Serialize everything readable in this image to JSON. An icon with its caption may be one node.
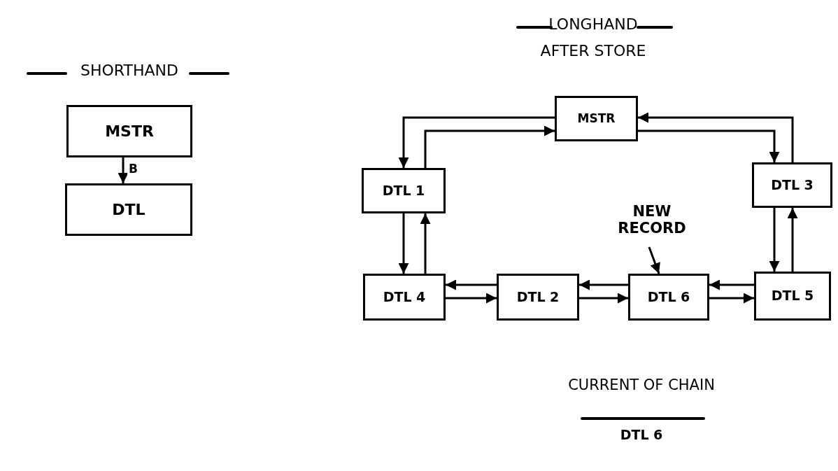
{
  "diagram": {
    "nodes": [
      {
        "text": [
          "MSTR"
        ]
      },
      {
        "text": [
          "DTL"
        ]
      },
      {
        "text": [
          "MSTR"
        ]
      },
      {
        "text": [
          "DTL 1"
        ]
      },
      {
        "text": [
          "DTL 3"
        ]
      },
      {
        "text": [
          "NEW RECORD"
        ]
      },
      {
        "text": [
          "DTL 4"
        ]
      },
      {
        "text": [
          "DTL 2"
        ]
      },
      {
        "text": [
          "DTL 6"
        ]
      },
      {
        "text": [
          "DTL 5"
        ]
      }
    ],
    "edges": [
      {
        "from": 0,
        "to": 1,
        "arrow": "to",
        "label": "B"
      },
      {
        "from": 2,
        "to": 3,
        "arrow": "to"
      },
      {
        "from": 3,
        "to": 2,
        "arrow": "to"
      },
      {
        "from": 4,
        "to": 2,
        "arrow": "to"
      },
      {
        "from": 2,
        "to": 4,
        "arrow": "to"
      },
      {
        "from": 3,
        "to": 6,
        "arrow": "to"
      },
      {
        "from": 6,
        "to": 3,
        "arrow": "to"
      },
      {
        "from": 4,
        "to": 9,
        "arrow": "to"
      },
      {
        "from": 9,
        "to": 4,
        "arrow": "to"
      },
      {
        "from": 7,
        "to": 6,
        "arrow": "to"
      },
      {
        "from": 6,
        "to": 7,
        "arrow": "to"
      },
      {
        "from": 8,
        "to": 7,
        "arrow": "to"
      },
      {
        "from": 7,
        "to": 8,
        "arrow": "to"
      },
      {
        "from": 9,
        "to": 8,
        "arrow": "to"
      },
      {
        "from": 8,
        "to": 9,
        "arrow": "to"
      },
      {
        "from": 5,
        "to": 8,
        "arrow": "to"
      }
    ],
    "labels": [
      "LONGHAND",
      "AFTER STORE",
      "SHORTHAND",
      "CURRENT OF CHAIN",
      "DTL 6"
    ]
  }
}
